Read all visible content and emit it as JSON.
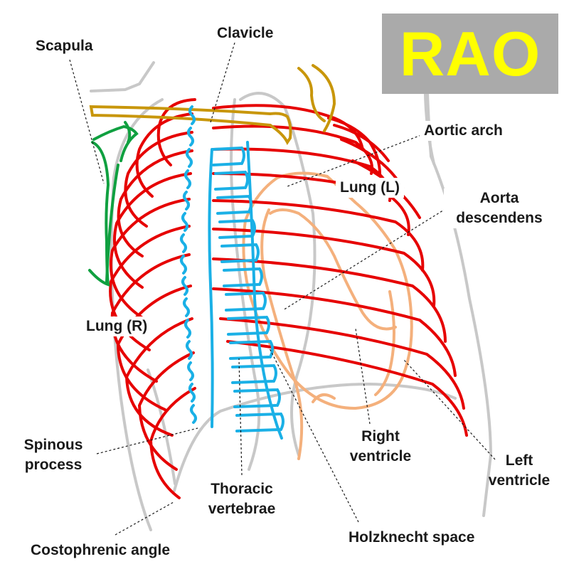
{
  "view": {
    "label": "RAO",
    "label_color": "#ffff00",
    "badge_color": "#aaaaaa"
  },
  "colors": {
    "ribs": "#e60000",
    "vertebrae": "#1ab0e6",
    "clavicle": "#c8960a",
    "scapula": "#10a040",
    "heart": "#f4b07c",
    "silhouette": "#c8c8c8"
  },
  "labels": {
    "scapula": "Scapula",
    "clavicle": "Clavicle",
    "aortic_arch": "Aortic arch",
    "lung_l": "Lung (L)",
    "aorta_descendens": "Aorta\ndescendens",
    "lung_r": "Lung (R)",
    "spinous_process": "Spinous\nprocess",
    "right_ventricle": "Right\nventricle",
    "left_ventricle": "Left\nventricle",
    "thoracic_vertebrae": "Thoracic\nvertebrae",
    "holzknecht_space": "Holzknecht space",
    "costophrenic_angle": "Costophrenic angle"
  }
}
